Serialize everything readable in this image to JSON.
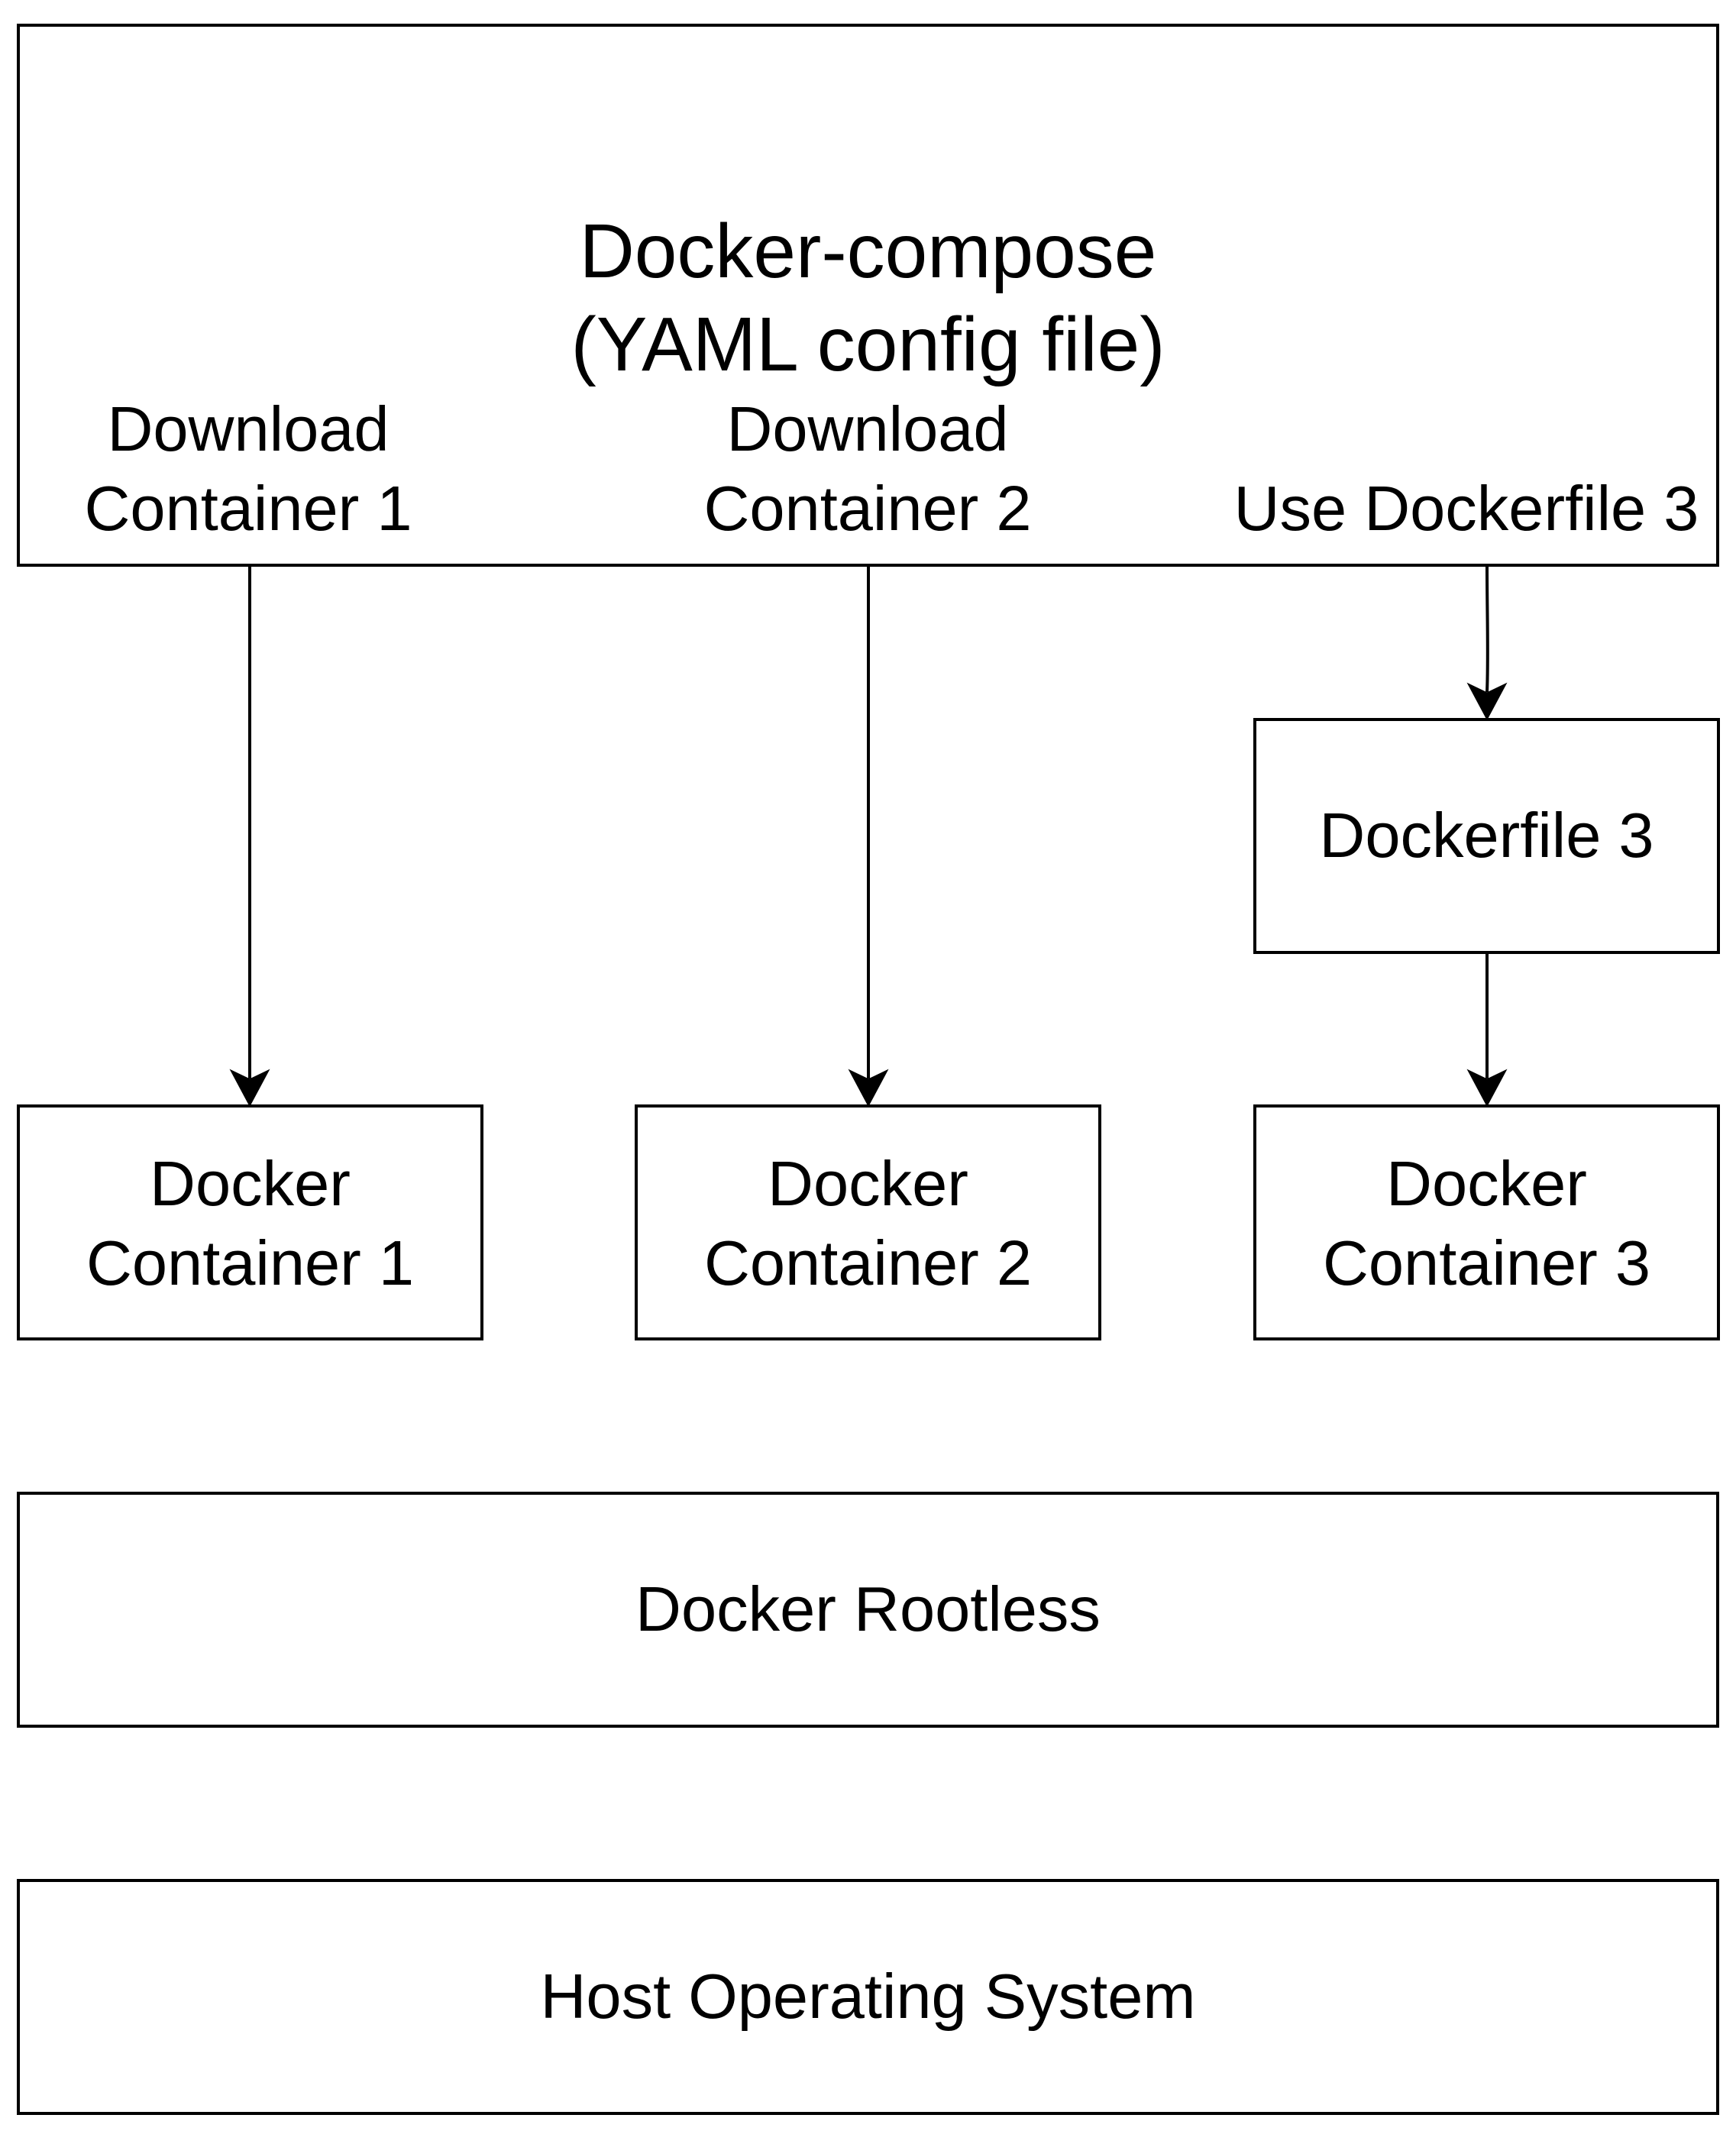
{
  "compose": {
    "title_line1": "Docker-compose",
    "title_line2": "(YAML config file)",
    "action1": "Download\nContainer 1",
    "action2": "Download\nContainer 2",
    "action3": "Use Dockerfile 3"
  },
  "dockerfile3": "Dockerfile 3",
  "containers": [
    "Docker\nContainer 1",
    "Docker\nContainer 2",
    "Docker\nContainer 3"
  ],
  "rootless": "Docker Rootless",
  "host_os": "Host Operating System"
}
